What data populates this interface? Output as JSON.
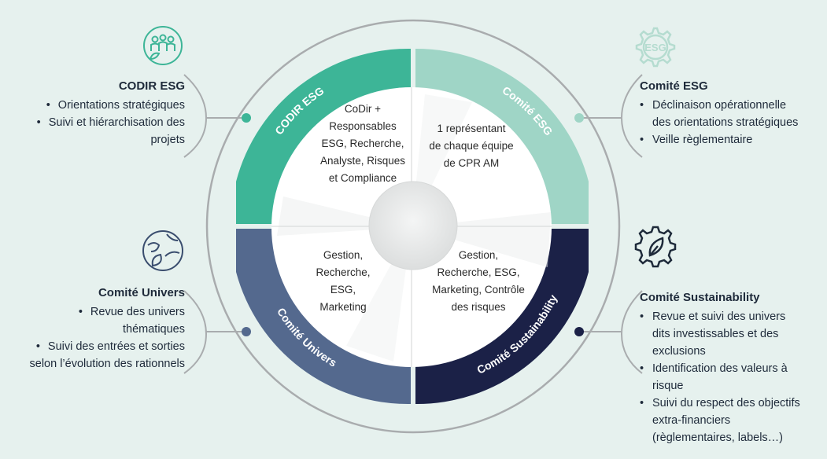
{
  "colors": {
    "background": "#e6f1ee",
    "codir": "#3db597",
    "comite_esg": "#9fd5c6",
    "comite_univers": "#54698e",
    "comite_sustainability": "#1b2147",
    "line_gray": "#a9acae",
    "icon_outline": "#3db597",
    "icon_dark": "#1e2a3a"
  },
  "icons": {
    "codir": "people-leaf-icon",
    "esg": "esg-gear-icon",
    "univers": "globe-leaf-icon",
    "sustainability": "gear-leaf-icon"
  },
  "quadrants": {
    "codir": {
      "ring_label": "CODIR ESG",
      "inner_lines": [
        "CoDir +",
        "Responsables",
        "ESG, Recherche,",
        "Analyste, Risques",
        "et Compliance"
      ]
    },
    "esg": {
      "ring_label": "Comité ESG",
      "inner_lines": [
        "1 représentant",
        "de chaque équipe",
        "de CPR AM"
      ]
    },
    "univers": {
      "ring_label": "Comité Univers",
      "inner_lines": [
        "Gestion,",
        "Recherche,",
        "ESG,",
        "Marketing"
      ]
    },
    "sustainability": {
      "ring_label": "Comité Sustainability",
      "inner_lines": [
        "Gestion,",
        "Recherche, ESG,",
        "Marketing, Contrôle",
        "des risques"
      ]
    }
  },
  "panels": {
    "codir": {
      "title": "CODIR ESG",
      "items": [
        "Orientations stratégiques",
        "Suivi et hiérarchisation des",
        "projets"
      ]
    },
    "esg": {
      "title": "Comité ESG",
      "items": [
        "Déclinaison opérationnelle",
        "des orientations stratégiques",
        "Veille règlementaire"
      ]
    },
    "univers": {
      "title": "Comité Univers",
      "items": [
        "Revue des univers",
        "thématiques",
        "Suivi des entrées et sorties",
        "selon l’évolution des rationnels"
      ]
    },
    "sustainability": {
      "title": "Comité Sustainability",
      "items": [
        "Revue et suivi des univers",
        "dits investissables et des",
        "exclusions",
        "Identification des valeurs à",
        "risque",
        "Suivi du respect des objectifs",
        "extra-financiers",
        "(règlementaires, labels…)"
      ]
    }
  }
}
